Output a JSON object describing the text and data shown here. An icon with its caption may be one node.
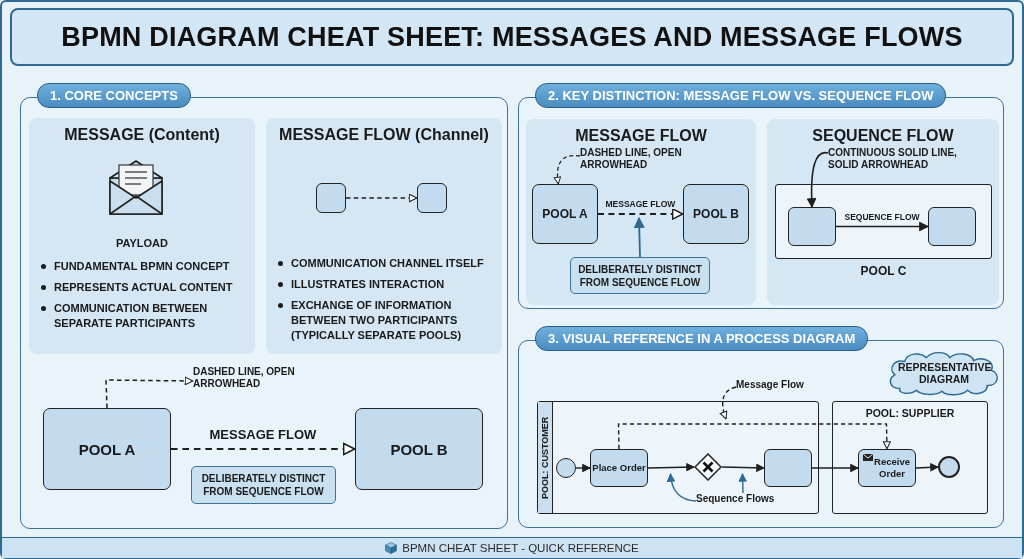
{
  "diagram": {
    "title": "BPMN DIAGRAM CHEAT SHEET: MESSAGES AND MESSAGE FLOWS",
    "caption": "BPMN CHEAT SHEET - QUICK REFERENCE",
    "nodes": [
      {
        "text": [
          "1. CORE CONCEPTS"
        ]
      },
      {
        "text": [
          "MESSAGE (Content)",
          "PAYLOAD",
          "FUNDAMENTAL BPMN CONCEPT",
          "REPRESENTS ACTUAL CONTENT",
          "COMMUNICATION BETWEEN SEPARATE PARTICIPANTS"
        ],
        "in": 0
      },
      {
        "text": [
          "MESSAGE FLOW (Channel)",
          "COMMUNICATION CHANNEL ITSELF",
          "ILLUSTRATES INTERACTION",
          "EXCHANGE OF INFORMATION BETWEEN TWO PARTICIPANTS (TYPICALLY SEPARATE POOLS)"
        ],
        "in": 0
      },
      {
        "text": [],
        "shape": "box",
        "in": 2
      },
      {
        "text": [],
        "shape": "box",
        "in": 2
      },
      {
        "text": [
          "DASHED LINE, OPEN ARROWHEAD"
        ],
        "in": 0
      },
      {
        "text": [
          "POOL A"
        ],
        "in": 0
      },
      {
        "text": [
          "POOL B"
        ],
        "in": 0
      },
      {
        "text": [
          "DELIBERATELY DISTINCT FROM SEQUENCE FLOW"
        ],
        "in": 0
      },
      {
        "text": [
          "2. KEY DISTINCTION: MESSAGE FLOW VS. SEQUENCE FLOW"
        ]
      },
      {
        "text": [
          "MESSAGE FLOW"
        ],
        "in": 9
      },
      {
        "text": [
          "DASHED LINE, OPEN ARROWHEAD"
        ],
        "in": 10
      },
      {
        "text": [
          "POOL A"
        ],
        "in": 10
      },
      {
        "text": [
          "POOL B"
        ],
        "in": 10
      },
      {
        "text": [
          "DELIBERATELY DISTINCT FROM SEQUENCE FLOW"
        ],
        "in": 10
      },
      {
        "text": [
          "SEQUENCE FLOW"
        ],
        "in": 9
      },
      {
        "text": [
          "CONTINUOUS SOLID LINE, SOLID ARROWHEAD"
        ],
        "in": 15
      },
      {
        "text": [
          "POOL C"
        ],
        "in": 15
      },
      {
        "text": [],
        "shape": "box",
        "in": 17
      },
      {
        "text": [],
        "shape": "box",
        "in": 17
      },
      {
        "text": [
          "3. VISUAL REFERENCE IN A PROCESS DIAGRAM"
        ]
      },
      {
        "text": [
          "REPRESENTATIVE DIAGRAM"
        ],
        "in": 20
      },
      {
        "text": [
          "Message Flow"
        ],
        "in": 20
      },
      {
        "text": [
          "POOL: CUSTOMER"
        ],
        "in": 20
      },
      {
        "text": [],
        "shape": "circle",
        "in": 23
      },
      {
        "text": [
          "Place Order"
        ],
        "in": 23
      },
      {
        "text": [],
        "shape": "diamond",
        "in": 23
      },
      {
        "text": [],
        "shape": "box",
        "in": 23
      },
      {
        "text": [
          "Sequence Flows"
        ],
        "in": 23
      },
      {
        "text": [
          "POOL: SUPPLIER"
        ],
        "in": 20
      },
      {
        "text": [
          "Receive Order"
        ],
        "in": 29
      },
      {
        "text": [],
        "shape": "circle",
        "in": 29
      }
    ],
    "edges": [
      {
        "from": 3,
        "to": 4,
        "arrow": "to",
        "style": "dashed"
      },
      {
        "from": 6,
        "to": 5,
        "arrow": "to",
        "style": "dashed"
      },
      {
        "from": 6,
        "to": 7,
        "arrow": "to",
        "style": "dashed",
        "label": "MESSAGE FLOW"
      },
      {
        "from": 11,
        "to": 12,
        "arrow": "to",
        "style": "dashed"
      },
      {
        "from": 12,
        "to": 13,
        "arrow": "to",
        "style": "dashed",
        "label": "MESSAGE FLOW"
      },
      {
        "from": 14,
        "to": null,
        "arrow": "to",
        "color": "#2d6a93"
      },
      {
        "from": 16,
        "to": 18,
        "arrow": "to"
      },
      {
        "from": 18,
        "to": 19,
        "arrow": "to",
        "label": "SEQUENCE FLOW"
      },
      {
        "from": 24,
        "to": 25,
        "arrow": "to"
      },
      {
        "from": 25,
        "to": 26,
        "arrow": "to"
      },
      {
        "from": 26,
        "to": 27,
        "arrow": "to"
      },
      {
        "from": 27,
        "to": 30,
        "arrow": "to"
      },
      {
        "from": 30,
        "to": 31,
        "arrow": "to"
      },
      {
        "from": 25,
        "to": 30,
        "arrow": "to",
        "style": "dashed"
      },
      {
        "from": 22,
        "to": null,
        "arrow": "to",
        "style": "dashed"
      },
      {
        "from": 28,
        "to": null,
        "arrow": "to",
        "color": "#2d6a93"
      },
      {
        "from": 28,
        "to": null,
        "arrow": "to",
        "color": "#2d6a93"
      }
    ]
  }
}
